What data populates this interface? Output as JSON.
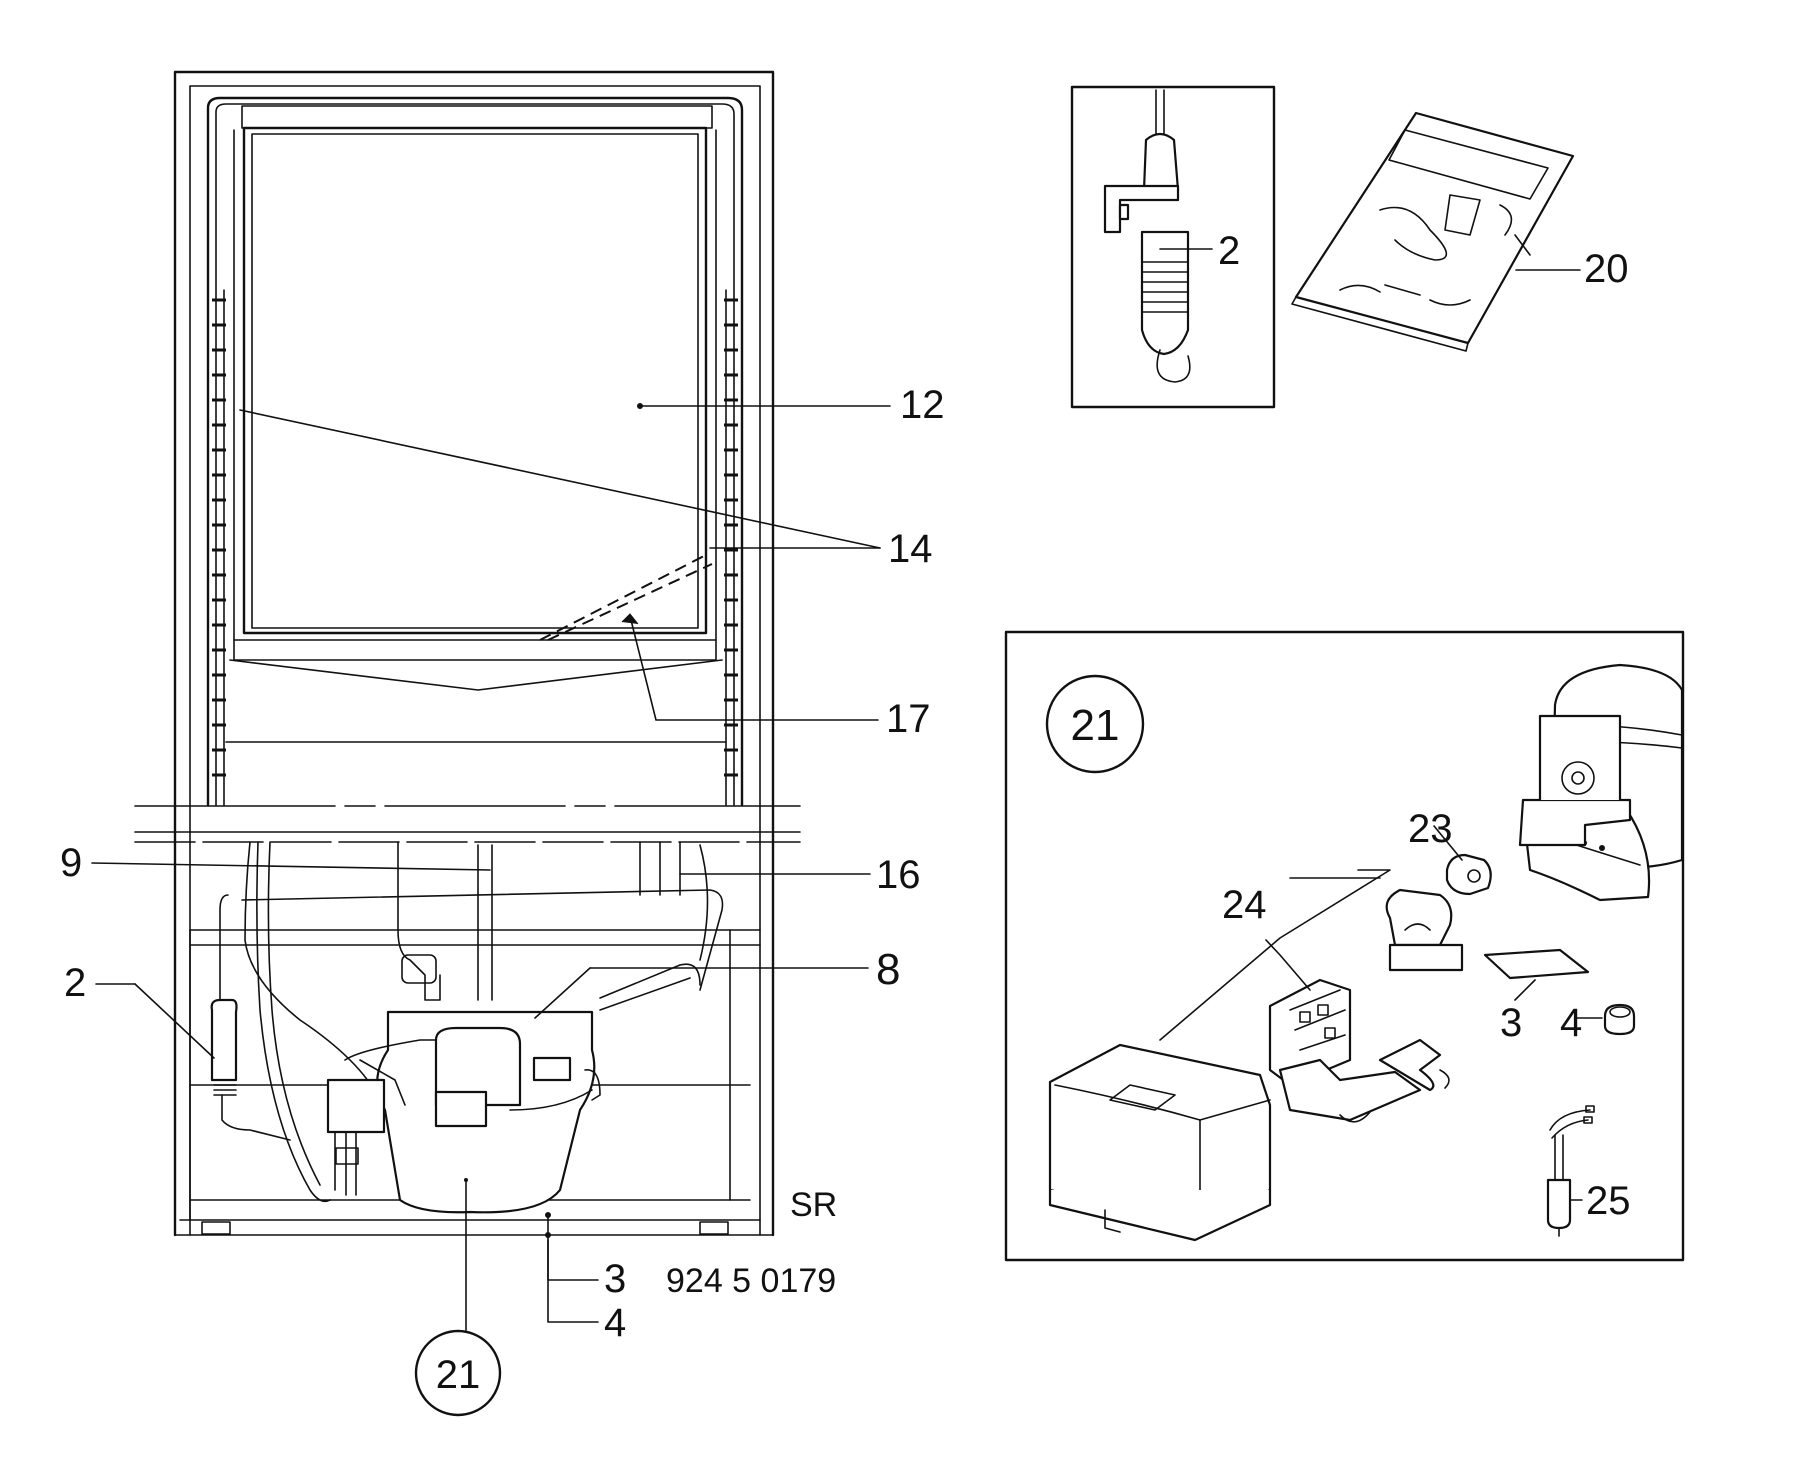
{
  "colors": {
    "ink": "#111111",
    "paper": "#ffffff"
  },
  "labels": {
    "l12": "12",
    "l14": "14",
    "l17": "17",
    "l9": "9",
    "l16": "16",
    "l2_left": "2",
    "l8": "8",
    "l3_bottom": "3",
    "l4_bottom": "4",
    "l21_main": "21",
    "l2_inset": "2",
    "l20": "20",
    "l21_inset": "21",
    "l23": "23",
    "l24": "24",
    "l3_inset": "3",
    "l4_inset": "4",
    "l25": "25"
  },
  "annotations": {
    "variant_code": "SR",
    "drawing_number": "924 5 0179"
  }
}
